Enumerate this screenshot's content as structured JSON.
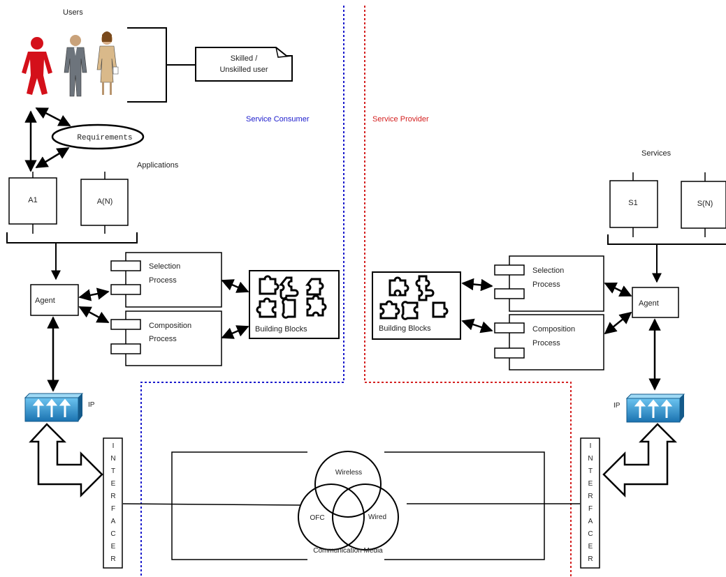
{
  "users": {
    "label": "Users",
    "role_note_line1": "Skilled /",
    "role_note_line2": "Unskilled user"
  },
  "requirements": "Requirements",
  "applications": {
    "label": "Applications",
    "items": [
      "A1",
      "A(N)"
    ]
  },
  "zones": {
    "consumer": "Service Consumer",
    "provider": "Service Provider"
  },
  "services": {
    "label": "Services",
    "items": [
      "S1",
      "S(N)"
    ]
  },
  "consumer_side": {
    "agent": "Agent",
    "selection_line1": "Selection",
    "selection_line2": "Process",
    "composition_line1": "Composition",
    "composition_line2": "Process",
    "building_blocks": "Building Blocks",
    "ip": "IP",
    "interface_letters": [
      "I",
      "N",
      "T",
      "E",
      "R",
      "F",
      "A",
      "C",
      "E",
      "R"
    ]
  },
  "provider_side": {
    "agent": "Agent",
    "selection_line1": "Selection",
    "selection_line2": "Process",
    "composition_line1": "Composition",
    "composition_line2": "Process",
    "building_blocks": "Building Blocks",
    "ip": "IP",
    "interface_letters": [
      "I",
      "N",
      "T",
      "E",
      "R",
      "F",
      "A",
      "C",
      "E",
      "R"
    ]
  },
  "media": {
    "wireless": "Wireless",
    "ofc": "OFC",
    "wired": "Wired",
    "caption": "Communication Media"
  },
  "colors": {
    "consumer_line": "#1a1acc",
    "provider_line": "#d42020",
    "person_red": "#d4101a",
    "ip_blue": "#2a8fcf"
  }
}
